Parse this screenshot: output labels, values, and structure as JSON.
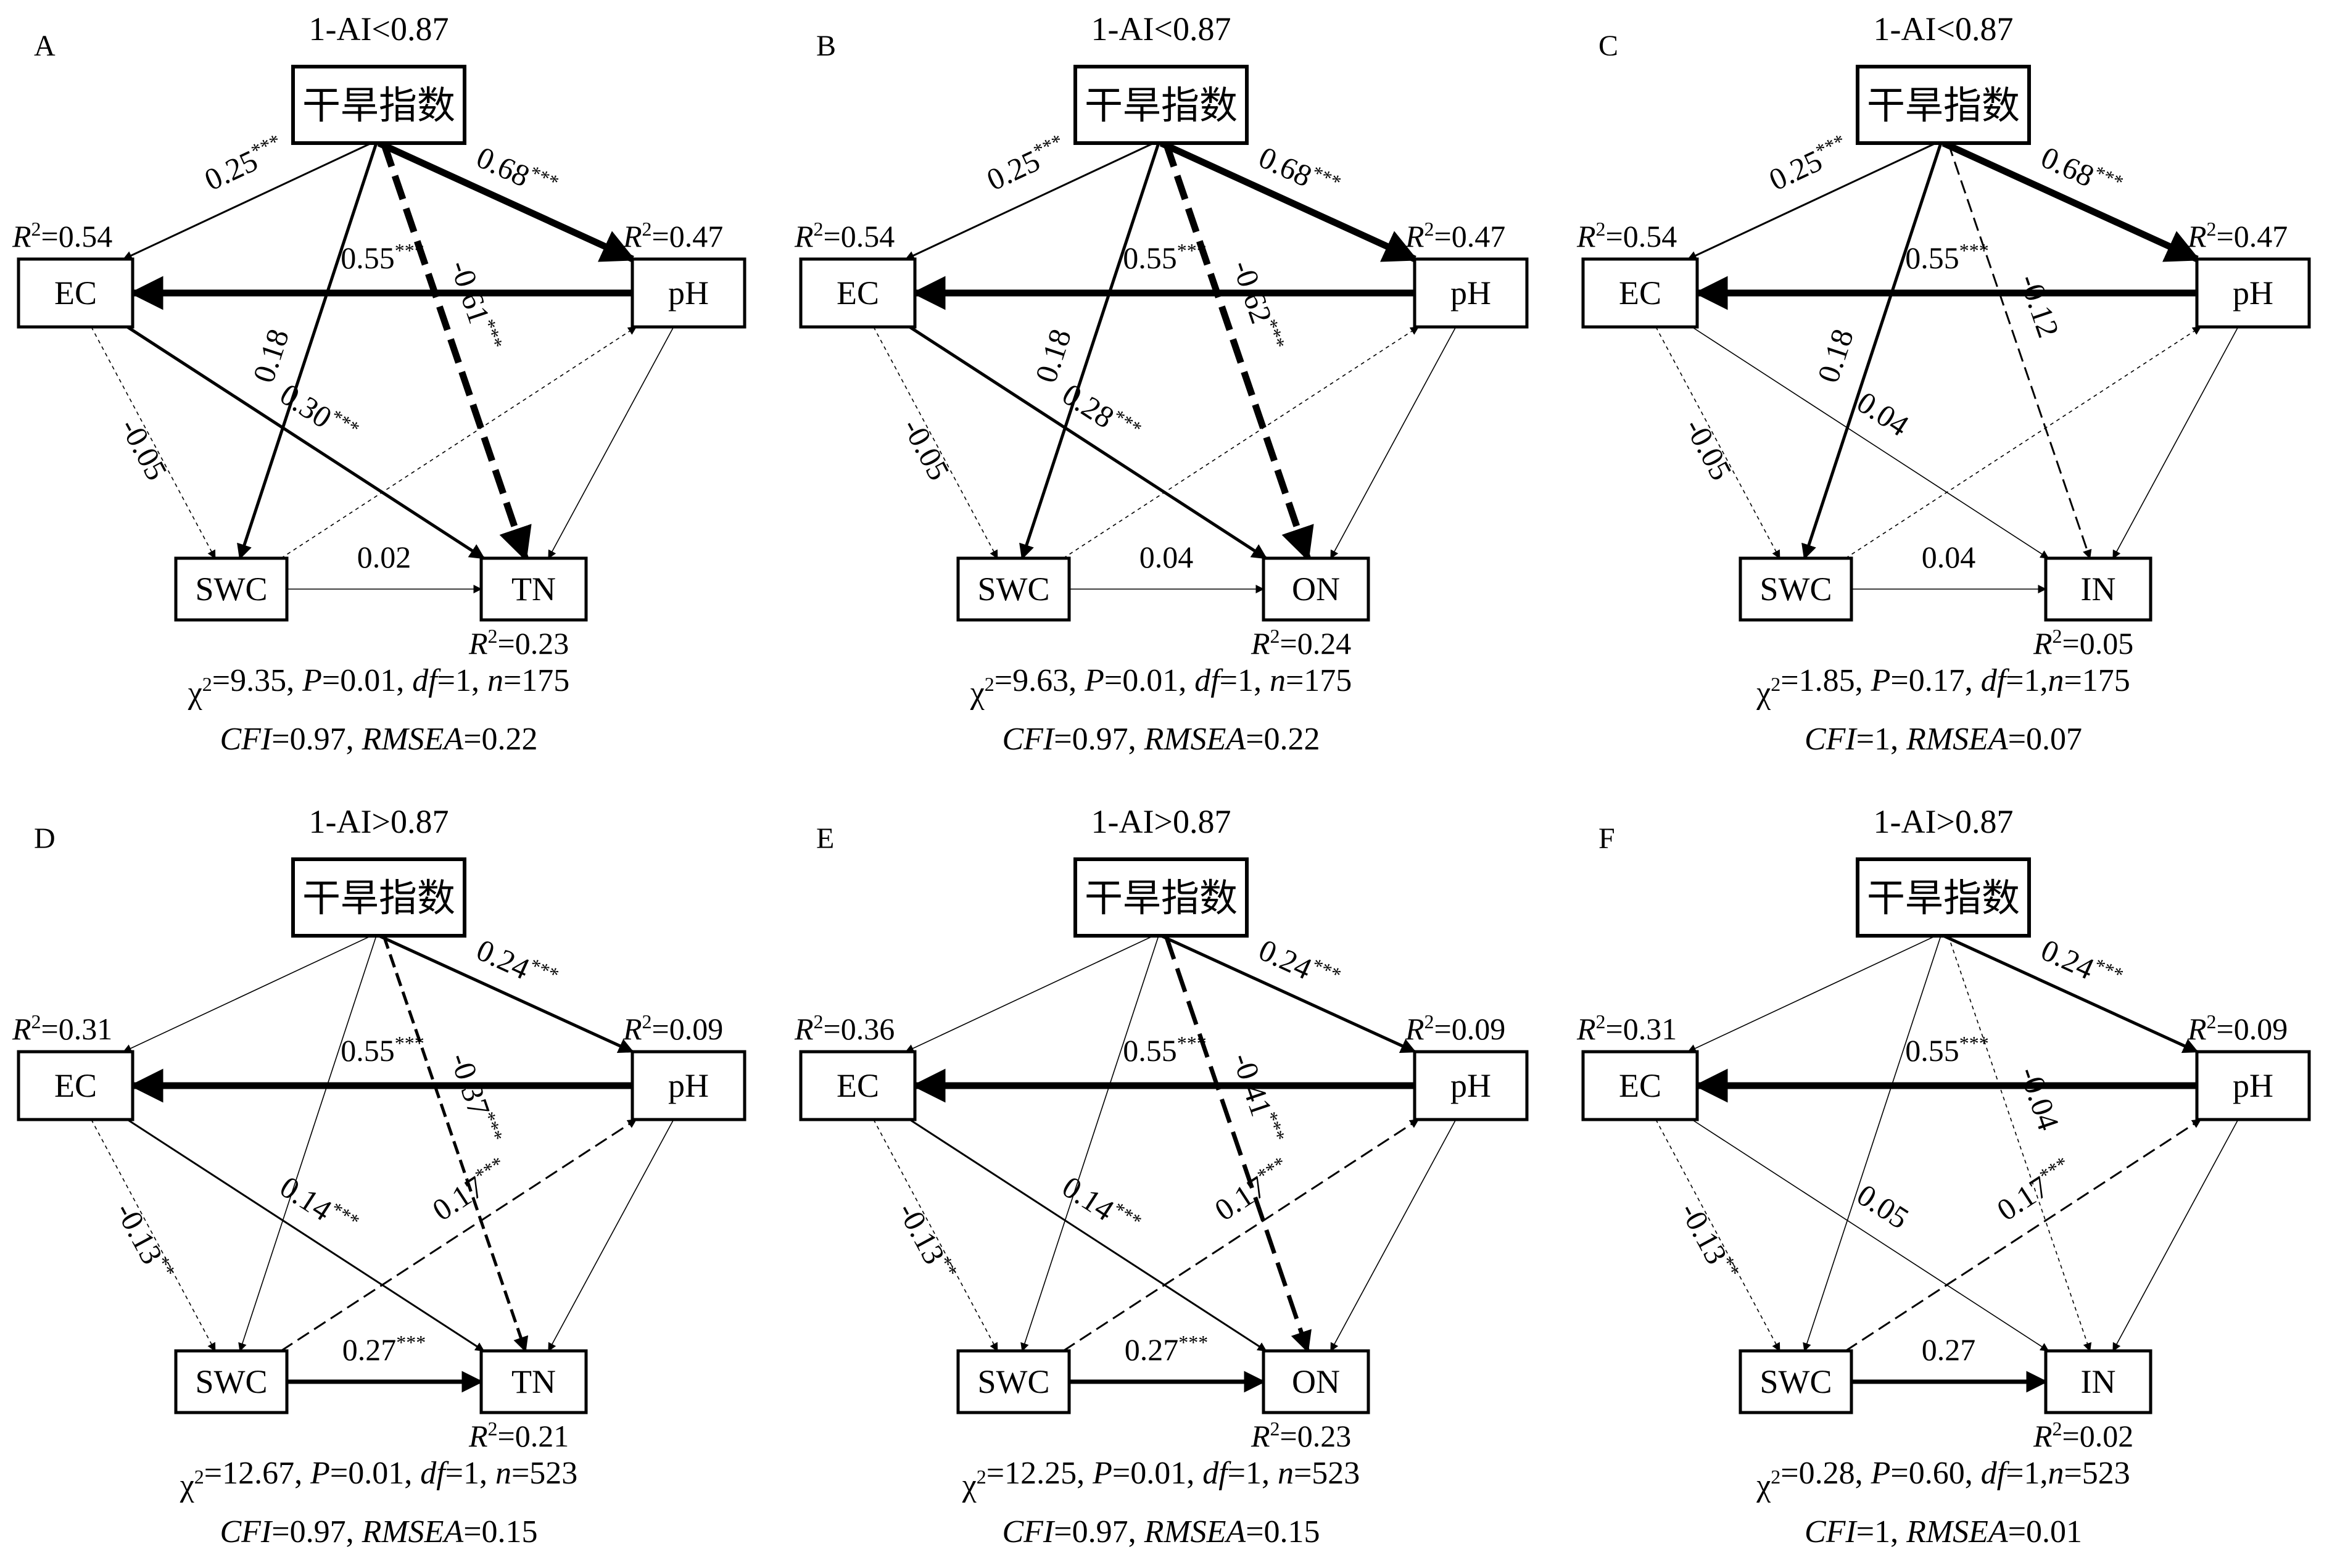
{
  "figure": {
    "panels": [
      {
        "id": "A",
        "condition": "1-AI<0.87",
        "nodes": {
          "drought": "干旱指数",
          "ec": "EC",
          "ph": "pH",
          "swc": "SWC",
          "target": "TN"
        },
        "r2": {
          "ec": "0.54",
          "ph": "0.47",
          "target": "0.23"
        },
        "paths": {
          "drought_ec": {
            "value": "0.25",
            "stars": "***",
            "sign": "pos",
            "weight": 2
          },
          "drought_ph": {
            "value": "0.68",
            "stars": "***",
            "sign": "pos",
            "weight": 5
          },
          "drought_swc": {
            "value": "0.18",
            "stars": "",
            "sign": "pos",
            "weight": 3
          },
          "drought_target": {
            "value": "-0.61",
            "stars": "***",
            "sign": "neg",
            "weight": 5
          },
          "ph_ec": {
            "value": "0.55",
            "stars": "***",
            "sign": "pos",
            "weight": 5
          },
          "ec_swc": {
            "value": "-0.05",
            "stars": "",
            "sign": "neg",
            "weight": 1
          },
          "ec_target": {
            "value": "0.30",
            "stars": "***",
            "sign": "pos",
            "weight": 3
          },
          "swc_ph": {
            "value": "",
            "stars": "",
            "sign": "neg",
            "weight": 1
          },
          "ph_target": {
            "value": "",
            "stars": "",
            "sign": "pos",
            "weight": 1
          },
          "swc_target": {
            "value": "0.02",
            "stars": "",
            "sign": "pos",
            "weight": 1
          }
        },
        "fit": {
          "chi2": "9.35",
          "p": "0.01",
          "df": "1",
          "n": "175",
          "cfi": "0.97",
          "rmsea": "0.22"
        }
      },
      {
        "id": "B",
        "condition": "1-AI<0.87",
        "nodes": {
          "drought": "干旱指数",
          "ec": "EC",
          "ph": "pH",
          "swc": "SWC",
          "target": "ON"
        },
        "r2": {
          "ec": "0.54",
          "ph": "0.47",
          "target": "0.24"
        },
        "paths": {
          "drought_ec": {
            "value": "0.25",
            "stars": "***",
            "sign": "pos",
            "weight": 2
          },
          "drought_ph": {
            "value": "0.68",
            "stars": "***",
            "sign": "pos",
            "weight": 5
          },
          "drought_swc": {
            "value": "0.18",
            "stars": "",
            "sign": "pos",
            "weight": 3
          },
          "drought_target": {
            "value": "-0.62",
            "stars": "***",
            "sign": "neg",
            "weight": 5
          },
          "ph_ec": {
            "value": "0.55",
            "stars": "***",
            "sign": "pos",
            "weight": 5
          },
          "ec_swc": {
            "value": "-0.05",
            "stars": "",
            "sign": "neg",
            "weight": 1
          },
          "ec_target": {
            "value": "0.28",
            "stars": "***",
            "sign": "pos",
            "weight": 3
          },
          "swc_ph": {
            "value": "",
            "stars": "",
            "sign": "neg",
            "weight": 1
          },
          "ph_target": {
            "value": "",
            "stars": "",
            "sign": "pos",
            "weight": 1
          },
          "swc_target": {
            "value": "0.04",
            "stars": "",
            "sign": "pos",
            "weight": 1
          }
        },
        "fit": {
          "chi2": "9.63",
          "p": "0.01",
          "df": "1",
          "n": "175",
          "cfi": "0.97",
          "rmsea": "0.22"
        }
      },
      {
        "id": "C",
        "condition": "1-AI<0.87",
        "nodes": {
          "drought": "干旱指数",
          "ec": "EC",
          "ph": "pH",
          "swc": "SWC",
          "target": "IN"
        },
        "r2": {
          "ec": "0.54",
          "ph": "0.47",
          "target": "0.05"
        },
        "paths": {
          "drought_ec": {
            "value": "0.25",
            "stars": "***",
            "sign": "pos",
            "weight": 2
          },
          "drought_ph": {
            "value": "0.68",
            "stars": "***",
            "sign": "pos",
            "weight": 5
          },
          "drought_swc": {
            "value": "0.18",
            "stars": "",
            "sign": "pos",
            "weight": 3
          },
          "drought_target": {
            "value": "-0.12",
            "stars": "",
            "sign": "neg",
            "weight": 2
          },
          "ph_ec": {
            "value": "0.55",
            "stars": "***",
            "sign": "pos",
            "weight": 5
          },
          "ec_swc": {
            "value": "-0.05",
            "stars": "",
            "sign": "neg",
            "weight": 1
          },
          "ec_target": {
            "value": "0.04",
            "stars": "",
            "sign": "pos",
            "weight": 1
          },
          "swc_ph": {
            "value": "",
            "stars": "",
            "sign": "neg",
            "weight": 1
          },
          "ph_target": {
            "value": "",
            "stars": "",
            "sign": "pos",
            "weight": 1
          },
          "swc_target": {
            "value": "0.04",
            "stars": "",
            "sign": "pos",
            "weight": 1
          }
        },
        "fit": {
          "chi2": "1.85",
          "p": "0.17",
          "df": "1",
          "n": "175",
          "cfi": "1",
          "rmsea": "0.07"
        }
      },
      {
        "id": "D",
        "condition": "1-AI>0.87",
        "nodes": {
          "drought": "干旱指数",
          "ec": "EC",
          "ph": "pH",
          "swc": "SWC",
          "target": "TN"
        },
        "r2": {
          "ec": "0.31",
          "ph": "0.09",
          "target": "0.21"
        },
        "paths": {
          "drought_ec": {
            "value": "",
            "stars": "",
            "sign": "pos",
            "weight": 1
          },
          "drought_ph": {
            "value": "0.24",
            "stars": "***",
            "sign": "pos",
            "weight": 3
          },
          "drought_swc": {
            "value": "",
            "stars": "",
            "sign": "pos",
            "weight": 1
          },
          "drought_target": {
            "value": "-0.37",
            "stars": "***",
            "sign": "neg",
            "weight": 3
          },
          "ph_ec": {
            "value": "0.55",
            "stars": "***",
            "sign": "pos",
            "weight": 5
          },
          "ec_swc": {
            "value": "-0.13",
            "stars": "**",
            "sign": "neg",
            "weight": 1
          },
          "ec_target": {
            "value": "0.14",
            "stars": "***",
            "sign": "pos",
            "weight": 2
          },
          "swc_ph": {
            "value": "0.17",
            "stars": "***",
            "sign": "neg",
            "weight": 2
          },
          "ph_target": {
            "value": "",
            "stars": "",
            "sign": "pos",
            "weight": 1
          },
          "swc_target": {
            "value": "0.27",
            "stars": "***",
            "sign": "pos",
            "weight": 4
          }
        },
        "fit": {
          "chi2": "12.67",
          "p": "0.01",
          "df": "1",
          "n": "523",
          "cfi": "0.97",
          "rmsea": "0.15"
        }
      },
      {
        "id": "E",
        "condition": "1-AI>0.87",
        "nodes": {
          "drought": "干旱指数",
          "ec": "EC",
          "ph": "pH",
          "swc": "SWC",
          "target": "ON"
        },
        "r2": {
          "ec": "0.36",
          "ph": "0.09",
          "target": "0.23"
        },
        "paths": {
          "drought_ec": {
            "value": "",
            "stars": "",
            "sign": "pos",
            "weight": 1
          },
          "drought_ph": {
            "value": "0.24",
            "stars": "***",
            "sign": "pos",
            "weight": 3
          },
          "drought_swc": {
            "value": "",
            "stars": "",
            "sign": "pos",
            "weight": 1
          },
          "drought_target": {
            "value": "-0.41",
            "stars": "***",
            "sign": "neg",
            "weight": 4
          },
          "ph_ec": {
            "value": "0.55",
            "stars": "***",
            "sign": "pos",
            "weight": 5
          },
          "ec_swc": {
            "value": "-0.13",
            "stars": "**",
            "sign": "neg",
            "weight": 1
          },
          "ec_target": {
            "value": "0.14",
            "stars": "***",
            "sign": "pos",
            "weight": 2
          },
          "swc_ph": {
            "value": "0.17",
            "stars": "***",
            "sign": "neg",
            "weight": 2
          },
          "ph_target": {
            "value": "",
            "stars": "",
            "sign": "pos",
            "weight": 1
          },
          "swc_target": {
            "value": "0.27",
            "stars": "***",
            "sign": "pos",
            "weight": 4
          }
        },
        "fit": {
          "chi2": "12.25",
          "p": "0.01",
          "df": "1",
          "n": "523",
          "cfi": "0.97",
          "rmsea": "0.15"
        }
      },
      {
        "id": "F",
        "condition": "1-AI>0.87",
        "nodes": {
          "drought": "干旱指数",
          "ec": "EC",
          "ph": "pH",
          "swc": "SWC",
          "target": "IN"
        },
        "r2": {
          "ec": "0.31",
          "ph": "0.09",
          "target": "0.02"
        },
        "paths": {
          "drought_ec": {
            "value": "",
            "stars": "",
            "sign": "pos",
            "weight": 1
          },
          "drought_ph": {
            "value": "0.24",
            "stars": "***",
            "sign": "pos",
            "weight": 3
          },
          "drought_swc": {
            "value": "",
            "stars": "",
            "sign": "pos",
            "weight": 1
          },
          "drought_target": {
            "value": "-0.04",
            "stars": "",
            "sign": "neg",
            "weight": 1
          },
          "ph_ec": {
            "value": "0.55",
            "stars": "***",
            "sign": "pos",
            "weight": 5
          },
          "ec_swc": {
            "value": "-0.13",
            "stars": "**",
            "sign": "neg",
            "weight": 1
          },
          "ec_target": {
            "value": "0.05",
            "stars": "",
            "sign": "pos",
            "weight": 1
          },
          "swc_ph": {
            "value": "0.17",
            "stars": "***",
            "sign": "neg",
            "weight": 2
          },
          "ph_target": {
            "value": "",
            "stars": "",
            "sign": "pos",
            "weight": 1
          },
          "swc_target": {
            "value": "0.27",
            "stars": "",
            "sign": "pos",
            "weight": 4
          }
        },
        "fit": {
          "chi2": "0.28",
          "p": "0.60",
          "df": "1",
          "n": "523",
          "cfi": "1",
          "rmsea": "0.01"
        }
      }
    ]
  }
}
